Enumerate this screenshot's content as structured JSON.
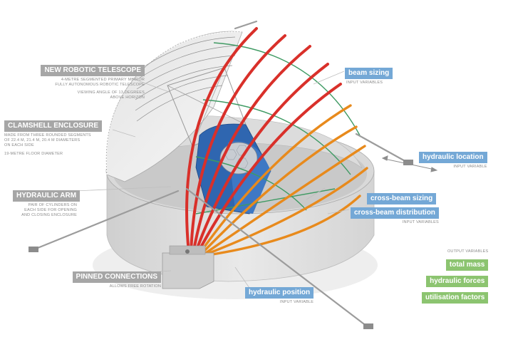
{
  "labels": {
    "new_robotic_telescope": {
      "title": "NEW ROBOTIC TELESCOPE",
      "lines": [
        "4-METRE SEGMENTED PRIMARY MIRROR",
        "FULLY AUTONOMOUS ROBOTIC TELESCOPE",
        "VIEWING ANGLE OF 13 DEGREES",
        "ABOVE HORIZON"
      ]
    },
    "clamshell_enclosure": {
      "title": "CLAMSHELL ENCLOSURE",
      "lines": [
        "MADE FROM THREE ROUNDED SEGMENTS",
        "OF 22.4 m, 21.4 m, 20.4 m DIAMETERS",
        "ON EACH SIDE",
        "19-METRE FLOOR DIAMETER"
      ]
    },
    "hydraulic_arm": {
      "title": "HYDRAULIC ARM",
      "lines": [
        "PAIR OF CYLINDERS ON",
        "EACH SIDE FOR OPENING",
        "AND CLOSING ENCLOSURE"
      ]
    },
    "pinned_connections": {
      "title": "PINNED CONNECTIONS",
      "lines": [
        "ALLOWS FREE ROTATION"
      ]
    },
    "beam_sizing": {
      "title": "beam sizing",
      "sub": "INPUT VARIABLES"
    },
    "hydraulic_location": {
      "title": "hydraulic location",
      "sub": "INPUT VARIABLE"
    },
    "cross_beam_sizing": {
      "title": "cross-beam sizing"
    },
    "cross_beam_distribution": {
      "title": "cross-beam distribution",
      "sub": "INPUT VARIABLES"
    },
    "hydraulic_position": {
      "title": "hydraulic position",
      "sub": "INPUT VARIABLE"
    },
    "output_variables": {
      "heading": "OUTPUT VARIABLES",
      "items": [
        "total mass",
        "hydraulic forces",
        "utilisation factors"
      ]
    }
  },
  "colors": {
    "grey_tag": "#a6a6a6",
    "blue_tag": "#74a8d6",
    "green_tag": "#8cc470",
    "red_beam": "#d9302a",
    "orange_beam": "#e88a1c",
    "green_beam": "#3f9a63",
    "blue_telescope": "#2f66b0"
  }
}
